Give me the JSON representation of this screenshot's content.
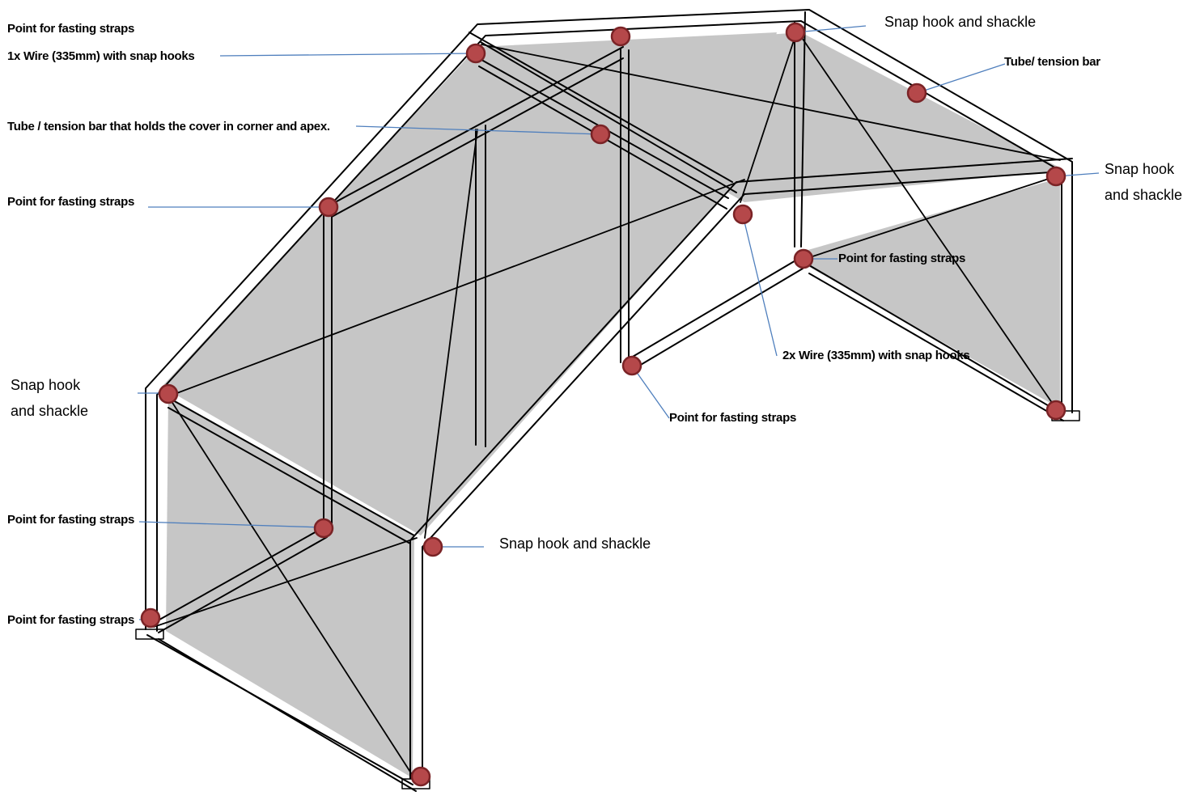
{
  "labels": {
    "strap_top_left": "Point for fasting straps",
    "wire_1x": "1x Wire (335mm) with snap hooks",
    "tube_corner_apex": "Tube / tension bar that holds the cover in corner and apex.",
    "strap_mid_left": "Point for fasting straps",
    "snap_left_1": "Snap hook",
    "snap_left_2": "and shackle",
    "strap_lower_left": "Point for fasting straps",
    "strap_bottom_left": "Point for fasting straps",
    "snap_front": "Snap hook and shackle",
    "snap_top_right": "Snap hook and shackle",
    "tube_right": "Tube/ tension bar",
    "snap_right_1": "Snap hook",
    "snap_right_2": "and shackle",
    "strap_right": "Point for fasting straps",
    "wire_2x": "2x Wire (335mm) with snap hooks",
    "strap_center": "Point for fasting straps"
  },
  "colors": {
    "cover": "#c6c6c6",
    "frame": "#000000",
    "marker_fill": "#b5484a",
    "marker_stroke": "#7a2326",
    "leader": "#4f7fbd"
  }
}
